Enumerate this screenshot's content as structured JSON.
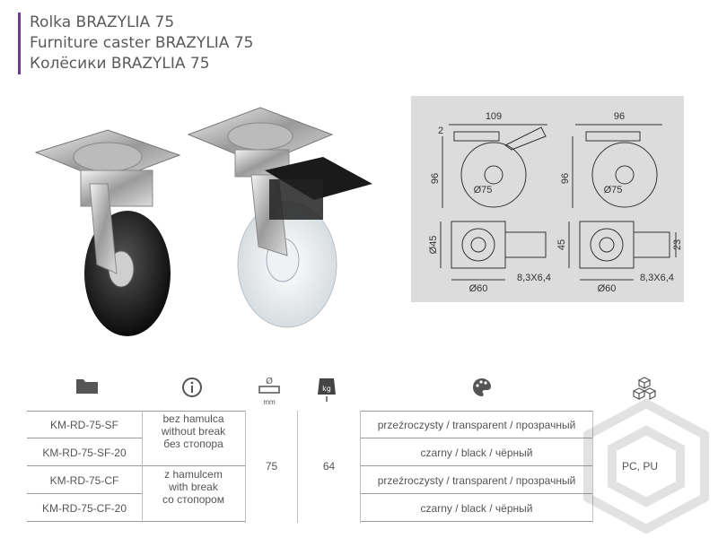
{
  "header": {
    "title_pl": "Rolka BRAZYLIA 75",
    "title_en": "Furniture caster BRAZYLIA 75",
    "title_ru": "Колёсики BRAZYLIA 75",
    "accent_color": "#6d3a8c"
  },
  "drawings": {
    "side_width": "109",
    "side_width_2": "96",
    "plate_thickness": "2",
    "height": "96",
    "height_2": "96",
    "wheel_dia": "Ø75",
    "wheel_dia_2": "Ø75",
    "plate_side": "Ø45",
    "plate_side_2": "45",
    "plate_width": "Ø60",
    "plate_width_2": "Ø60",
    "holes": "8,3X6,4",
    "holes_2": "8,3X6,4",
    "brake_width": "23"
  },
  "table": {
    "header_icons": [
      "folder-icon",
      "info-icon",
      "diameter-icon",
      "load-weight-icon",
      "color-palette-icon",
      "material-cubes-icon"
    ],
    "diameter_unit": "mm",
    "weight_unit": "kg",
    "rows": [
      {
        "code": "KM-RD-75-SF",
        "color": "przeźroczysty / transparent / прозрачный"
      },
      {
        "code": "KM-RD-75-SF-20",
        "color": "czarny / black / чёрный"
      },
      {
        "code": "KM-RD-75-CF",
        "color": "przeźroczysty / transparent / прозрачный"
      },
      {
        "code": "KM-RD-75-CF-20",
        "color": "czarny / black / чёрный"
      }
    ],
    "brake_none": [
      "bez hamulca",
      "without break",
      "без стопора"
    ],
    "brake_yes": [
      "z hamulcem",
      "with break",
      "со стопором"
    ],
    "diameter": "75",
    "load": "64",
    "material": "PC, PU"
  }
}
